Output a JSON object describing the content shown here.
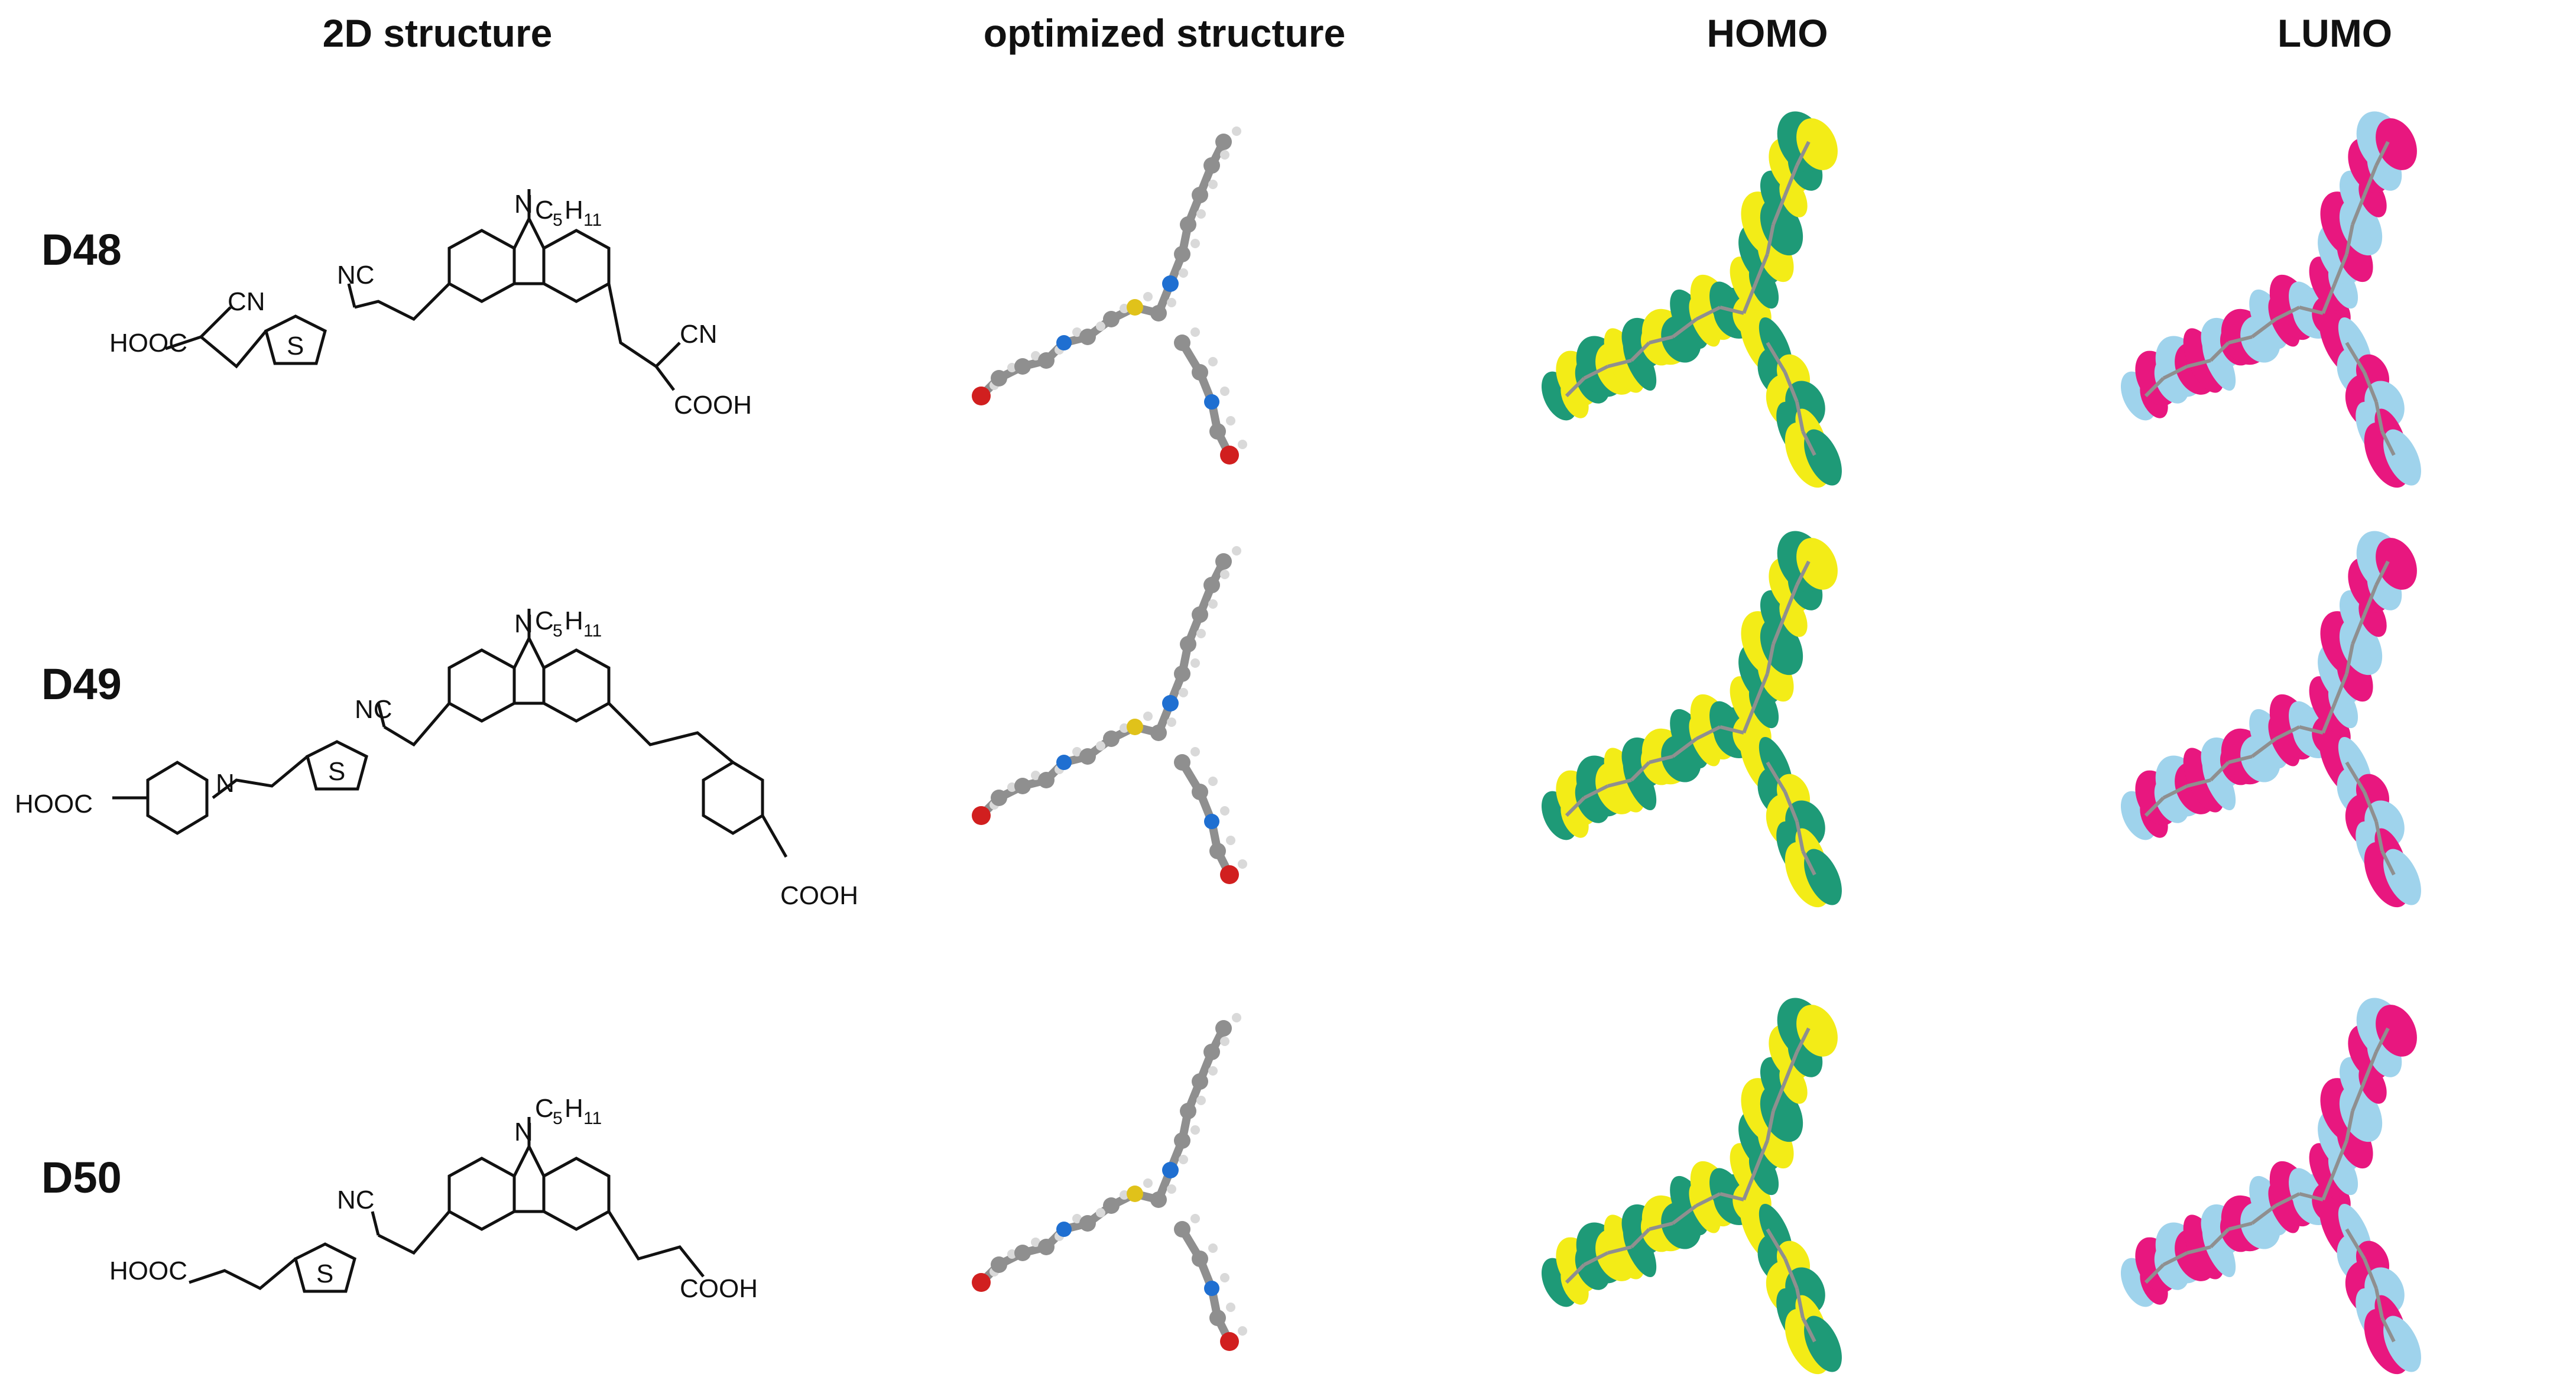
{
  "columns": [
    {
      "key": "2d",
      "label": "2D structure"
    },
    {
      "key": "opt",
      "label": "optimized structure"
    },
    {
      "key": "homo",
      "label": "HOMO"
    },
    {
      "key": "lumo",
      "label": "LUMO"
    }
  ],
  "rows": [
    {
      "id": "D48",
      "label": "D48",
      "labels_2d": {
        "c5": "C",
        "c5_sub1": "5",
        "h": "H",
        "c5_sub2": "11",
        "n": "N",
        "cn1": "CN",
        "cn2": "NC",
        "cn3": "CN",
        "s": "S",
        "left_acid": "HOOC",
        "right_acid": "COOH"
      }
    },
    {
      "id": "D49",
      "label": "D49",
      "labels_2d": {
        "c5": "C",
        "c5_sub1": "5",
        "h": "H",
        "c5_sub2": "11",
        "n": "N",
        "cn2": "NC",
        "s": "S",
        "imine_n": "N",
        "left_acid": "HOOC",
        "right_acid": "COOH"
      }
    },
    {
      "id": "D50",
      "label": "D50",
      "labels_2d": {
        "c5": "C",
        "c5_sub1": "5",
        "h": "H",
        "c5_sub2": "11",
        "n": "N",
        "cn2": "NC",
        "s": "S",
        "left_acid": "HOOC",
        "right_acid": "COOH"
      }
    }
  ],
  "colors": {
    "carbon": "#8f8f8f",
    "hydrogen": "#d9d9d9",
    "nitrogen": "#1f6fd1",
    "sulfur": "#e0c21a",
    "oxygen": "#d11f1f",
    "homo_pos": "#f3ec17",
    "homo_neg": "#1e9a77",
    "lumo_pos": "#e8177f",
    "lumo_neg": "#9fd3ec"
  }
}
